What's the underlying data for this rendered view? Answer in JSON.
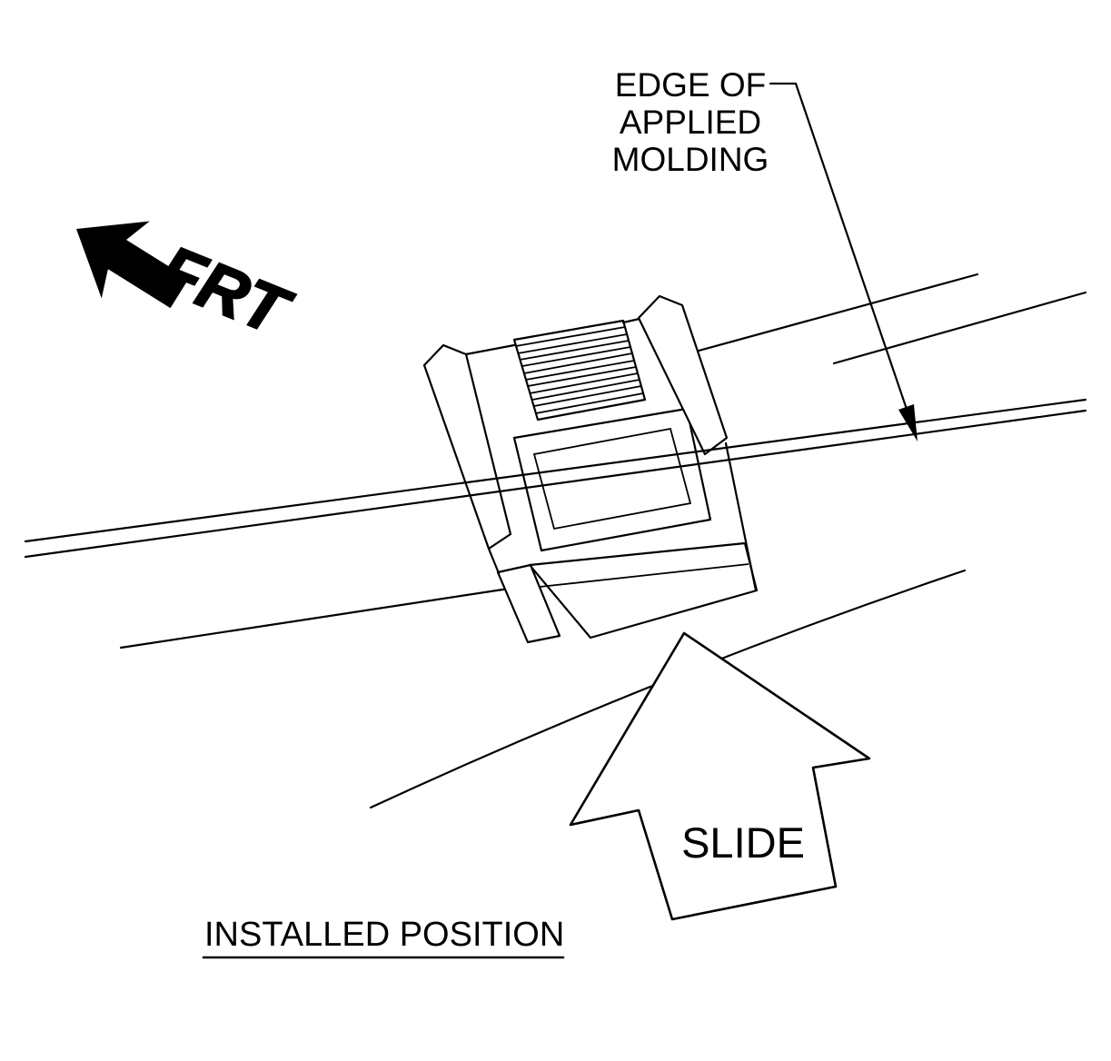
{
  "page": {
    "background_color": "#ffffff",
    "line_color": "#000000"
  },
  "diagram": {
    "caption": "INSTALLED POSITION",
    "callout": {
      "line1": "EDGE OF",
      "line2": "APPLIED",
      "line3": "MOLDING"
    },
    "direction_label": "FRT",
    "action_label": "SLIDE"
  }
}
